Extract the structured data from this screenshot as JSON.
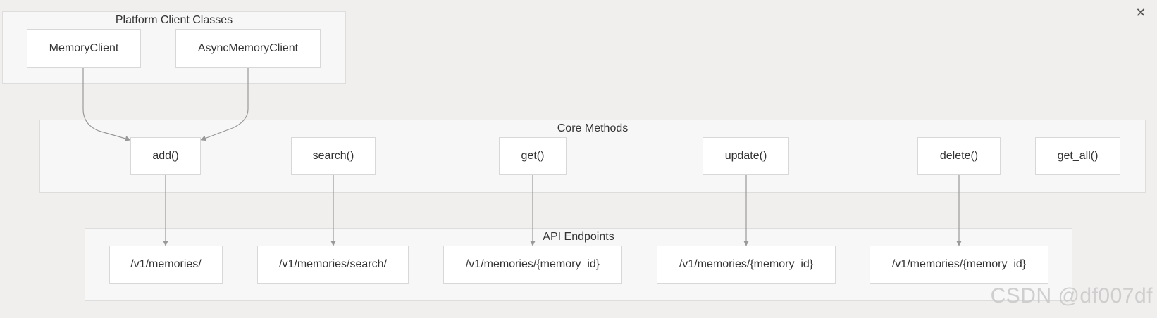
{
  "groups": {
    "platform": {
      "title": "Platform Client Classes"
    },
    "core": {
      "title": "Core Methods"
    },
    "api": {
      "title": "API Endpoints"
    }
  },
  "nodes": {
    "memory_client": "MemoryClient",
    "async_memory_client": "AsyncMemoryClient",
    "add": "add()",
    "search": "search()",
    "get": "get()",
    "update": "update()",
    "delete": "delete()",
    "get_all": "get_all()",
    "ep_memories": "/v1/memories/",
    "ep_search": "/v1/memories/search/",
    "ep_get": "/v1/memories/{memory_id}",
    "ep_update": "/v1/memories/{memory_id}",
    "ep_delete": "/v1/memories/{memory_id}"
  },
  "edges": [
    {
      "from": "memory_client",
      "to": "add"
    },
    {
      "from": "async_memory_client",
      "to": "add"
    },
    {
      "from": "add",
      "to": "ep_memories"
    },
    {
      "from": "search",
      "to": "ep_search"
    },
    {
      "from": "get",
      "to": "ep_get"
    },
    {
      "from": "update",
      "to": "ep_update"
    },
    {
      "from": "delete",
      "to": "ep_delete"
    }
  ],
  "colors": {
    "background": "#f0efed",
    "group_fill": "#f7f7f7",
    "node_fill": "#ffffff",
    "edge": "#999999"
  },
  "watermark": "CSDN @df007df"
}
